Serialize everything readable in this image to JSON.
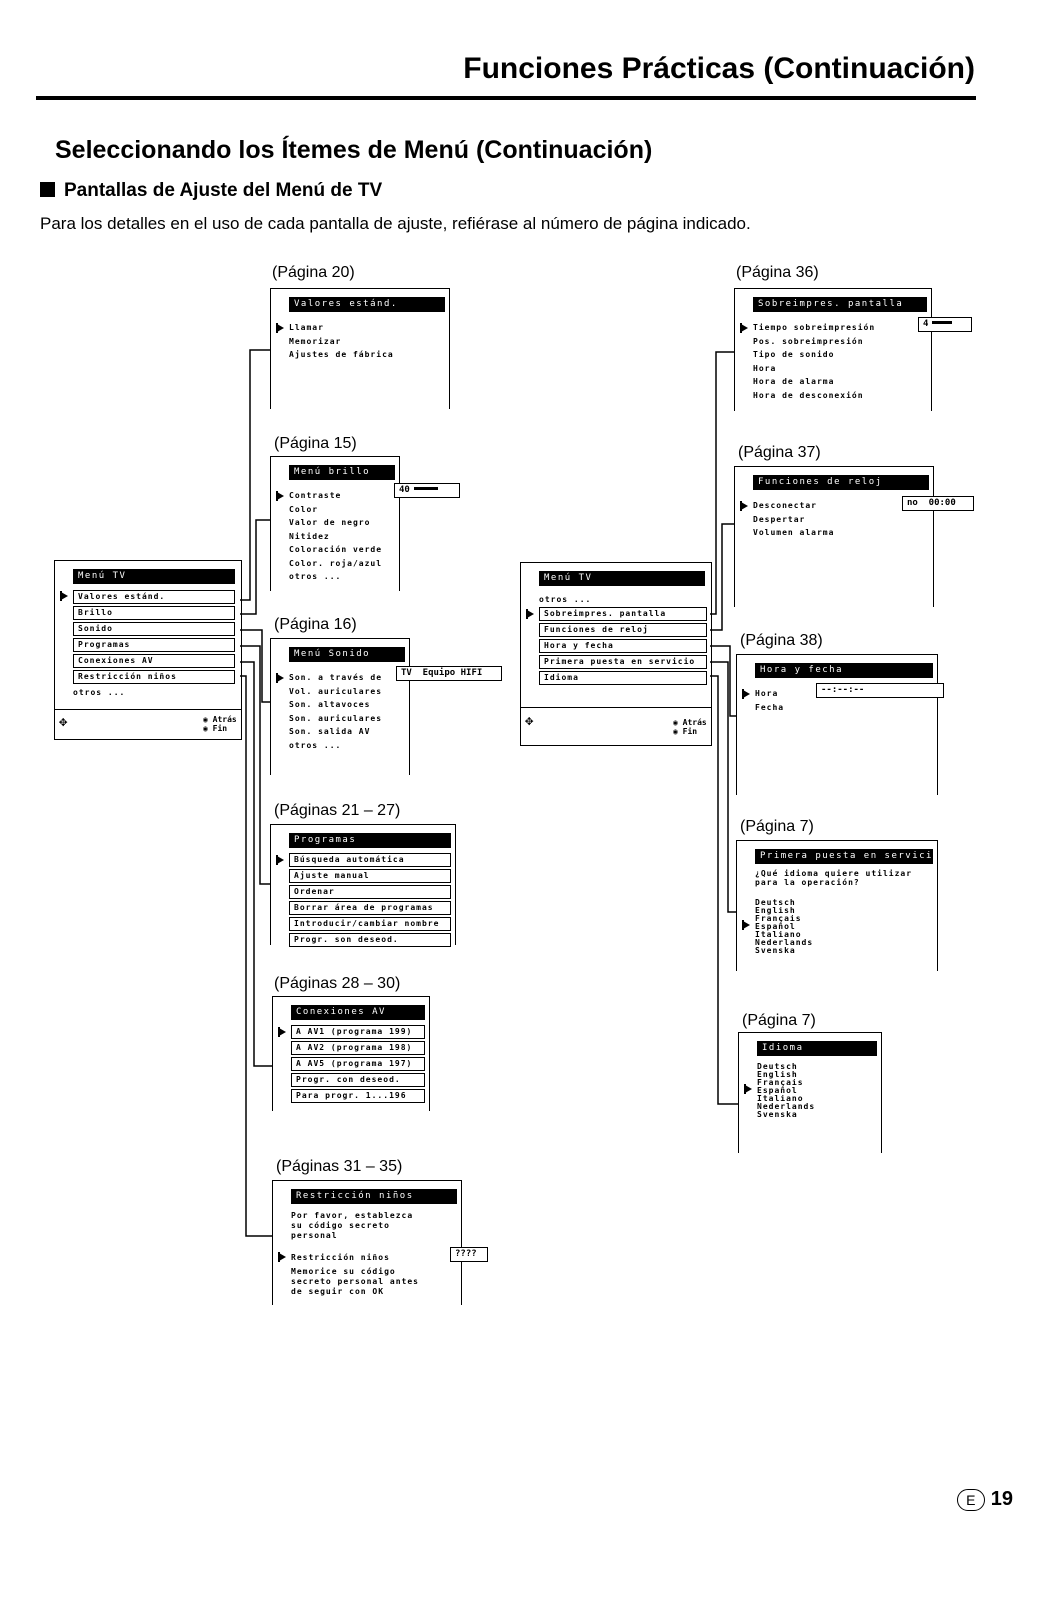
{
  "header": {
    "title": "Funciones Prácticas (Continuación)"
  },
  "section": {
    "title": "Seleccionando los Ítemes de Menú (Continuación)"
  },
  "subsection": {
    "title": "Pantallas de Ajuste del Menú de TV",
    "intro": "Para los detalles en el uso de cada pantalla de ajuste, refiérase al número de página indicado."
  },
  "left_menu": {
    "title": "Menú TV",
    "items": [
      "Valores estánd.",
      "Brillo",
      "Sonido",
      "Programas",
      "Conexiones AV",
      "Restricción niños"
    ],
    "more": "otros ...",
    "back": "Atrás",
    "end": "Fin"
  },
  "right_menu": {
    "title": "Menú TV",
    "more": "otros ...",
    "items": [
      "Sobreimpres. pantalla",
      "Funciones de reloj",
      "Hora y fecha",
      "Primera puesta en servicio",
      "Idioma"
    ],
    "back": "Atrás",
    "end": "Fin"
  },
  "screens": {
    "valores": {
      "ref": "(Página 20)",
      "title": "Valores estánd.",
      "items": [
        "Llamar",
        "Memorizar",
        "Ajustes de fábrica"
      ]
    },
    "brillo": {
      "ref": "(Página 15)",
      "title": "Menú brillo",
      "items": [
        "Contraste",
        "Color",
        "Valor de negro",
        "Nitidez",
        "Coloración verde",
        "Color. roja/azul",
        "otros ..."
      ],
      "value": "40"
    },
    "sonido": {
      "ref": "(Página 16)",
      "title": "Menú Sonido",
      "items": [
        "Son. a través de",
        "Vol. auriculares",
        "Son. altavoces",
        "Son. auriculares",
        "Son. salida AV",
        "otros ..."
      ],
      "value": "TV  Equipo HIFI"
    },
    "programas": {
      "ref": "(Páginas 21 – 27)",
      "title": "Programas",
      "items": [
        "Búsqueda automática",
        "Ajuste manual",
        "Ordenar",
        "Borrar área de programas",
        "Introducir/cambiar nombre",
        "Progr. son deseod."
      ]
    },
    "conexiones": {
      "ref": "(Páginas 28 – 30)",
      "title": "Conexiones AV",
      "items": [
        "A AV1 (programa 199)",
        "A AV2 (programa 198)",
        "A AV5 (programa 197)",
        "Progr. con deseod.",
        "Para progr. 1...196"
      ]
    },
    "restriccion": {
      "ref": "(Páginas 31 – 35)",
      "title": "Restricción niños",
      "text1": "Por favor, establezca su código secreto personal",
      "item": "Restricción niños",
      "value": "????",
      "text2": "Memorice su código secreto personal antes de seguir con OK"
    },
    "sobreimpres": {
      "ref": "(Página 36)",
      "title": "Sobreimpres. pantalla",
      "items": [
        "Tiempo sobreimpresión",
        "Pos. sobreimpresión",
        "Tipo de sonido",
        "Hora",
        "Hora de alarma",
        "Hora de desconexión"
      ],
      "value": "4"
    },
    "reloj": {
      "ref": "(Página 37)",
      "title": "Funciones de reloj",
      "items": [
        "Desconectar",
        "Despertar",
        "Volumen alarma"
      ],
      "value": "no  00:00"
    },
    "horafecha": {
      "ref": "(Página 38)",
      "title": "Hora y fecha",
      "items": [
        "Hora",
        "Fecha"
      ],
      "value": "--:--:--"
    },
    "primera": {
      "ref": "(Página 7)",
      "title": "Primera puesta en servicio",
      "question": "¿Qué idioma quiere utilizar para la operación?",
      "langs": [
        "Deutsch",
        "English",
        "Français",
        "Español",
        "Italiano",
        "Nederlands",
        "Svenska"
      ]
    },
    "idioma": {
      "ref": "(Página 7)",
      "title": "Idioma",
      "langs": [
        "Deutsch",
        "English",
        "Français",
        "Español",
        "Italiano",
        "Nederlands",
        "Svenska"
      ]
    }
  },
  "footer": {
    "lang_badge": "E",
    "page": "19"
  }
}
